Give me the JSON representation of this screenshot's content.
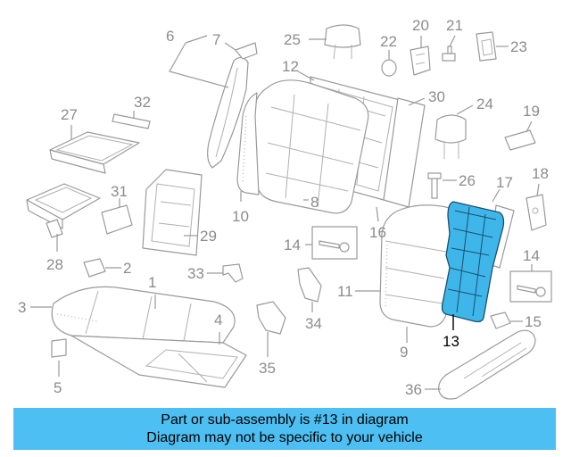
{
  "callouts": {
    "c1": "1",
    "c2": "2",
    "c3": "3",
    "c4": "4",
    "c5": "5",
    "c6": "6",
    "c7": "7",
    "c8": "8",
    "c9": "9",
    "c10": "10",
    "c11": "11",
    "c12": "12",
    "c13": "13",
    "c14a": "14",
    "c14b": "14",
    "c15": "15",
    "c16": "16",
    "c17": "17",
    "c18": "18",
    "c19": "19",
    "c20": "20",
    "c21": "21",
    "c22": "22",
    "c23": "23",
    "c24": "24",
    "c25": "25",
    "c26": "26",
    "c27": "27",
    "c28": "28",
    "c29": "29",
    "c30": "30",
    "c31": "31",
    "c32": "32",
    "c33": "33",
    "c34": "34",
    "c35": "35",
    "c36": "36"
  },
  "highlighted_callout": "13",
  "colors": {
    "highlight_fill": "#3fb6ea",
    "banner_bg": "#4dbff2",
    "callout_text": "#8c8c8c"
  },
  "banner": {
    "line1": "Part or sub-assembly is #13 in diagram",
    "line2": "Diagram may not be specific to your vehicle"
  }
}
